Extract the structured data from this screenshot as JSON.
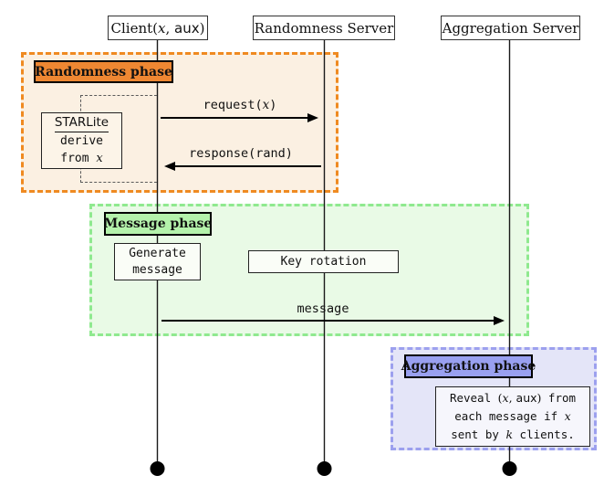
{
  "figure": {
    "type": "sequence-diagram",
    "participants": [
      {
        "id": "client",
        "parts": [
          {
            "t": "Client(",
            "s": "serif"
          },
          {
            "t": "x",
            "s": "var"
          },
          {
            "t": ", ",
            "s": "serif"
          },
          {
            "t": "aux",
            "s": "sans"
          },
          {
            "t": ")",
            "s": "serif"
          }
        ]
      },
      {
        "id": "randomness-server",
        "label": "Randomness Server"
      },
      {
        "id": "aggregation-server",
        "label": "Aggregation Server"
      }
    ],
    "phases": [
      {
        "label": "Randomness phase",
        "border": "#EF8A21",
        "fill": "#FBF0E2",
        "label_fill": "#EE8732"
      },
      {
        "label": "Message phase",
        "border": "#8FE98F",
        "fill": "#E9FAE6",
        "label_fill": "#B4F2AB"
      },
      {
        "label": "Aggregation phase",
        "border": "#9CA0EE",
        "fill": "#E4E5F8",
        "label_fill": "#99A0F0"
      }
    ],
    "messages": [
      {
        "id": "request",
        "parts": [
          {
            "t": "request(",
            "s": "mono"
          },
          {
            "t": "x",
            "s": "var"
          },
          {
            "t": ")",
            "s": "mono"
          }
        ]
      },
      {
        "id": "response",
        "parts": [
          {
            "t": "response(rand)",
            "s": "mono"
          }
        ]
      },
      {
        "id": "message",
        "parts": [
          {
            "t": "message",
            "s": "mono"
          }
        ]
      }
    ],
    "notes": {
      "starlite": {
        "title": "STARLite",
        "line2": "derive",
        "line3": [
          {
            "t": "from ",
            "s": "mono"
          },
          {
            "t": "x",
            "s": "var"
          }
        ]
      },
      "generate": {
        "line1": "Generate",
        "line2": "message"
      },
      "key_rotation": {
        "label": "Key rotation"
      },
      "reveal": {
        "line1": [
          {
            "t": "Reveal ",
            "s": "mono"
          },
          {
            "t": "(",
            "s": "serif"
          },
          {
            "t": "x",
            "s": "var"
          },
          {
            "t": ", ",
            "s": "serif"
          },
          {
            "t": "aux",
            "s": "sans"
          },
          {
            "t": ")",
            "s": "serif"
          },
          {
            "t": " from",
            "s": "mono"
          }
        ],
        "line2": [
          {
            "t": "each message if ",
            "s": "mono"
          },
          {
            "t": "x",
            "s": "var"
          }
        ],
        "line3": [
          {
            "t": "sent by ",
            "s": "mono"
          },
          {
            "t": "k",
            "s": "var"
          },
          {
            "t": " clients.",
            "s": "mono"
          }
        ]
      }
    }
  }
}
